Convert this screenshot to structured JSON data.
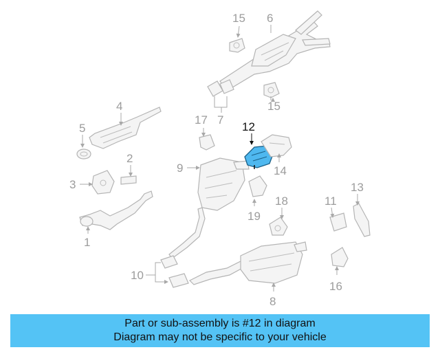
{
  "diagram": {
    "callouts": [
      "1",
      "2",
      "3",
      "4",
      "5",
      "6",
      "7",
      "8",
      "9",
      "10",
      "11",
      "12",
      "13",
      "14",
      "15",
      "15",
      "16",
      "17",
      "18",
      "19"
    ],
    "highlighted_part": "12",
    "highlight_color": "#4fb8ef",
    "line_color": "#b4b4b4"
  },
  "banner": {
    "line1": "Part or sub-assembly is #12 in diagram",
    "line2": "Diagram may not be specific to your vehicle",
    "background": "#54c3f5"
  }
}
